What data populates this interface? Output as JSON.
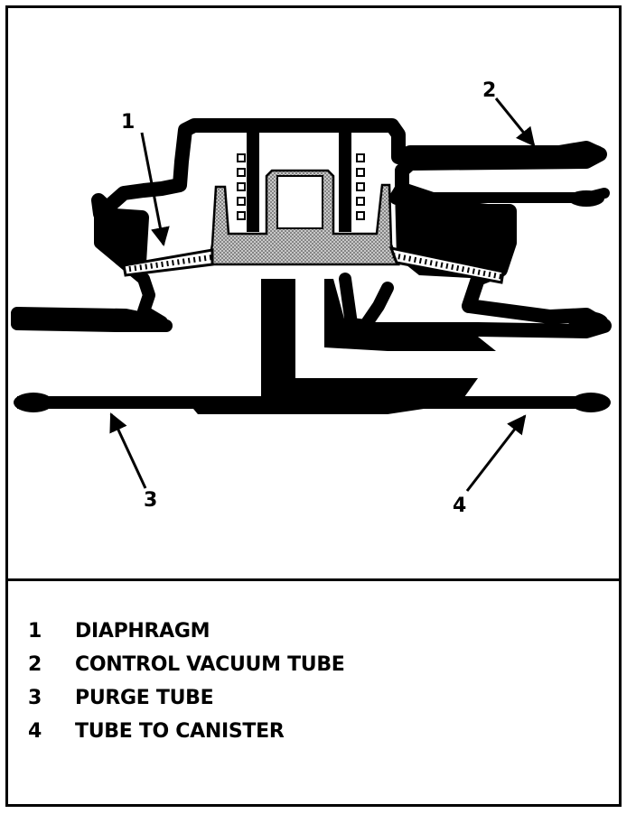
{
  "callouts": [
    {
      "number": "1",
      "label": "DIAPHRAGM"
    },
    {
      "number": "2",
      "label": "CONTROL VACUUM TUBE"
    },
    {
      "number": "3",
      "label": "PURGE TUBE"
    },
    {
      "number": "4",
      "label": "TUBE TO CANISTER"
    }
  ],
  "colors": {
    "ink": "#000000",
    "paper": "#ffffff",
    "stipple": "#9a9a9a"
  }
}
